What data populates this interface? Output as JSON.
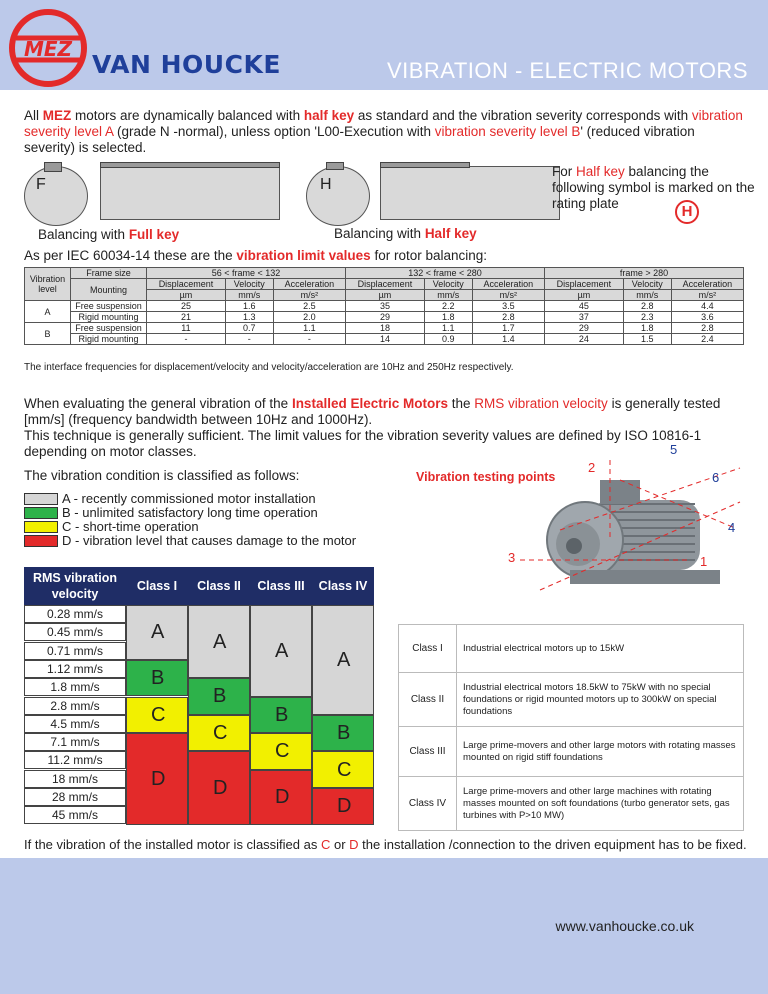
{
  "header": {
    "logo_text": "MEZ",
    "brand": "VAN HOUCKE",
    "title": "VIBRATION - ELECTRIC MOTORS",
    "bg": "#bcc9ea"
  },
  "intro": {
    "p1": "All ",
    "mez": "MEZ",
    "p2": " motors are dynamically balanced with ",
    "halfkey": "half key",
    "p3": " as standard and the vibration severity corresponds with ",
    "levelA": "vibration severity level A",
    "p4": " (grade N -normal), unless option 'L00-Execution with ",
    "levelB": "vibration severity level B",
    "p5": "' (reduced vibration severity) is selected."
  },
  "balancing": {
    "full_letter": "F",
    "half_letter": "H",
    "full_caption_pre": "Balancing with ",
    "full_caption_key": "Full key",
    "half_caption_pre": "Balancing with ",
    "half_caption_key": "Half key",
    "note_pre": "For ",
    "note_key": "Half key",
    "note_post": " balancing the following symbol is marked on the rating plate",
    "symbol": "H"
  },
  "iec": {
    "pre": "As per IEC 60034-14 these are the ",
    "key": "vibration limit values",
    "post": " for rotor balancing:"
  },
  "vib_table": {
    "col_vibration_level": "Vibration level",
    "col_frame_size": "Frame size",
    "col_mounting": "Mounting",
    "groups": [
      "56 < frame < 132",
      "132 < frame < 280",
      "frame > 280"
    ],
    "sub": [
      "Displacement",
      "Velocity",
      "Acceleration"
    ],
    "units": [
      "µm",
      "mm/s",
      "m/s²"
    ],
    "rows": [
      {
        "level": "A",
        "mount": "Free suspension",
        "vals": [
          "25",
          "1.6",
          "2.5",
          "35",
          "2.2",
          "3.5",
          "45",
          "2.8",
          "4.4"
        ]
      },
      {
        "level": "",
        "mount": "Rigid mounting",
        "vals": [
          "21",
          "1.3",
          "2.0",
          "29",
          "1.8",
          "2.8",
          "37",
          "2.3",
          "3.6"
        ]
      },
      {
        "level": "B",
        "mount": "Free suspension",
        "vals": [
          "11",
          "0.7",
          "1.1",
          "18",
          "1.1",
          "1.7",
          "29",
          "1.8",
          "2.8"
        ]
      },
      {
        "level": "",
        "mount": "Rigid mounting",
        "vals": [
          "-",
          "-",
          "-",
          "14",
          "0.9",
          "1.4",
          "24",
          "1.5",
          "2.4"
        ]
      }
    ]
  },
  "interface_note": "The interface frequencies for displacement/velocity and velocity/acceleration are 10Hz and 250Hz respectively.",
  "installed": {
    "p1": "When evaluating the general vibration of the ",
    "iem": "Installed Electric Motors",
    "p2": " the ",
    "rms": "RMS vibration velocity",
    "p3": " is generally tested [mm/s] (frequency bandwidth between 10Hz and 1000Hz).",
    "p4": "This technique is generally sufficient. The limit values for the vibration severity values are defined by ISO 10816-1 depending on motor classes."
  },
  "classify_line": "The vibration condition is classified as follows:",
  "testing_points": {
    "title": "Vibration testing points",
    "p1": "1",
    "p2": "2",
    "p3": "3",
    "p4": "4",
    "p5": "5",
    "p6": "6"
  },
  "legend": [
    {
      "text": "A - recently commissioned motor installation",
      "color": "#d6d6d6"
    },
    {
      "text": "B - unlimited satisfactory long time operation",
      "color": "#2db24a"
    },
    {
      "text": "C - short-time operation",
      "color": "#f2f000"
    },
    {
      "text": "D - vibration level that causes damage to the motor",
      "color": "#e32a2a"
    }
  ],
  "rms_table": {
    "header": "RMS vibration velocity",
    "classes": [
      "Class I",
      "Class II",
      "Class III",
      "Class IV"
    ],
    "values": [
      "0.28 mm/s",
      "0.45 mm/s",
      "0.71 mm/s",
      "1.12 mm/s",
      "1.8 mm/s",
      "2.8 mm/s",
      "4.5 mm/s",
      "7.1 mm/s",
      "11.2 mm/s",
      "18 mm/s",
      "28 mm/s",
      "45 mm/s"
    ],
    "zone_letters": [
      "A",
      "B",
      "C",
      "D"
    ]
  },
  "classes_desc": [
    {
      "cls": "Class I",
      "desc": "Industrial electrical motors up to 15kW"
    },
    {
      "cls": "Class II",
      "desc": "Industrial electrical motors 18.5kW to 75kW with no special foundations or rigid mounted motors up to 300kW on special foundations"
    },
    {
      "cls": "Class III",
      "desc": "Large prime-movers and other large motors with rotating masses mounted on rigid stiff foundations"
    },
    {
      "cls": "Class IV",
      "desc": "Large prime-movers and other large machines with rotating masses mounted on soft foundations (turbo generator sets, gas turbines with P>10 MW)"
    }
  ],
  "footnote": {
    "pre": "If the vibration of the installed motor is classified as ",
    "c": "C",
    "mid": " or ",
    "d": "D",
    "post": " the installation /connection to the driven equipment has to be fixed."
  },
  "footer_url": "www.vanhoucke.co.uk"
}
